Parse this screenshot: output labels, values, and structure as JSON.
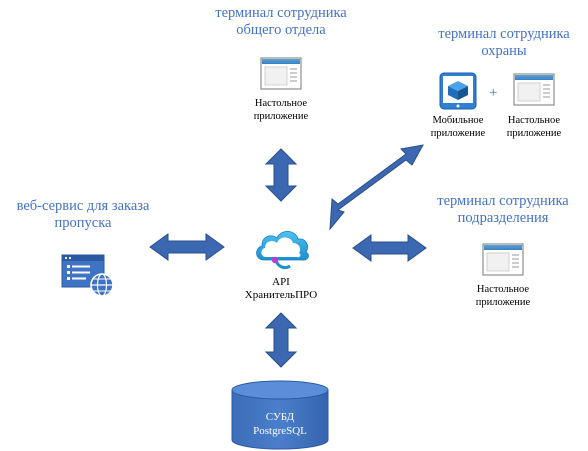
{
  "colors": {
    "accent": "#4472c4",
    "arrow_fill": "#3b68b0",
    "arrow_stroke": "#2a4f8f",
    "window_frame": "#8e8e8e",
    "window_title": "#4a90c9",
    "cloud": "#2fa7dc"
  },
  "nodes": {
    "general_terminal": {
      "title": "терминал сотрудника\nобщего отдела",
      "app_label": "Настольное\nприложение",
      "icon": "desktop-window-icon"
    },
    "security_terminal": {
      "title": "терминал сотрудника\nохраны",
      "mobile_label": "Мобильное\nприложение",
      "plus": "+",
      "desktop_label": "Настольное\nприложение",
      "icons": [
        "tablet-cube-icon",
        "desktop-window-icon"
      ]
    },
    "web_service": {
      "title": "веб-сервис для заказа\nпропуска",
      "icon": "web-browser-globe-icon"
    },
    "api": {
      "label": "API\nХранительПРО",
      "icon": "cloud-api-icon"
    },
    "division_terminal": {
      "title": "терминал сотрудника\nподразделения",
      "app_label": "Настольное\nприложение",
      "icon": "desktop-window-icon"
    },
    "database": {
      "label": "СУБД\nPostgreSQL",
      "icon": "database-cylinder-icon"
    }
  },
  "connections": [
    {
      "from": "api",
      "to": "general_terminal",
      "direction": "bidirectional"
    },
    {
      "from": "api",
      "to": "security_terminal",
      "direction": "bidirectional"
    },
    {
      "from": "api",
      "to": "web_service",
      "direction": "bidirectional"
    },
    {
      "from": "api",
      "to": "division_terminal",
      "direction": "bidirectional"
    },
    {
      "from": "api",
      "to": "database",
      "direction": "bidirectional"
    }
  ]
}
